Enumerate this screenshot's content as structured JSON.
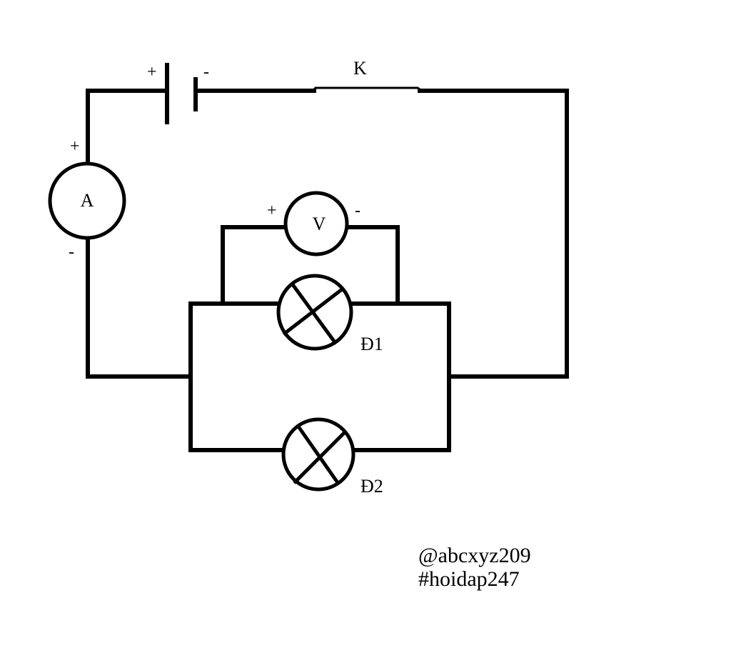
{
  "labels": {
    "switch": "K",
    "ammeter": "A",
    "voltmeter": "V",
    "lamp1": "Đ1",
    "lamp2": "Đ2",
    "battery_plus": "+",
    "battery_minus": "-",
    "ammeter_plus": "+",
    "ammeter_minus": "-",
    "voltmeter_plus": "+",
    "voltmeter_minus": "-"
  },
  "watermark": {
    "line1": "@abcxyz209",
    "line2": "#hoidap247"
  },
  "colors": {
    "stroke": "#000000",
    "background": "#ffffff"
  }
}
